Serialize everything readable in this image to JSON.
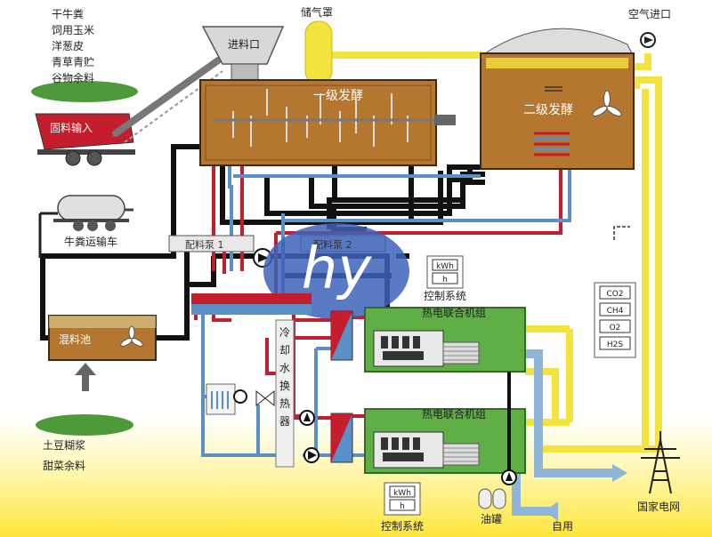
{
  "feedstock_top": [
    "干牛粪",
    "饲用玉米",
    "洋葱皮",
    "青草青贮",
    "谷物余料"
  ],
  "feedstock_bottom": [
    "土豆糊浆",
    "甜菜余料"
  ],
  "labels": {
    "feed_in": "固料输入",
    "feed_port": "进料口",
    "gas_holder": "储气罩",
    "air_inlet": "空气进口",
    "primary": "一级发酵",
    "secondary": "二级发酵",
    "manure_truck": "牛粪运输车",
    "pump1": "配料泵 1",
    "pump2": "配料泵 2",
    "mix_tank": "混料池",
    "cooling_hx": "冷却水换热器",
    "control": "控制系统",
    "chp": "热电联合机组",
    "oil_tank": "油罐",
    "grid": "国家电网",
    "self_use": "自用",
    "gas_sensors": [
      "CO2",
      "CH4",
      "O2",
      "H2S"
    ],
    "meter": [
      "kWh",
      "h"
    ],
    "logo": "hy"
  },
  "colors": {
    "hot": "#c41e2e",
    "cold": "#5a8fc8",
    "gas": "#f3e33c",
    "slurry": "#111111",
    "digester": "#b5762f",
    "chp": "#5fae46",
    "logo": "#3d63b8"
  }
}
